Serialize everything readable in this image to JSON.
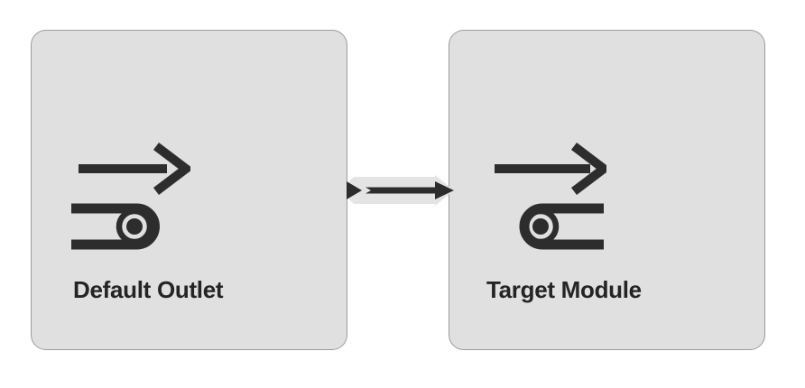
{
  "canvas": {
    "type": "node-flow-diagram"
  },
  "nodes": [
    {
      "label": "Default Outlet",
      "icon": "outlet-arrow-icon",
      "side": "left"
    },
    {
      "label": "Target Module",
      "icon": "inlet-arrow-icon",
      "side": "right"
    }
  ],
  "edges": [
    {
      "from": "Default Outlet",
      "to": "Target Module",
      "direction": "right",
      "style": "solid-arrow"
    }
  ],
  "colors": {
    "background": "#ffffff",
    "node_fill": "#e0e0e0",
    "node_border": "#9c9c9c",
    "ink": "#2d2d2d",
    "label_ink": "#242424",
    "edge_halo": "#e4e4e4"
  }
}
